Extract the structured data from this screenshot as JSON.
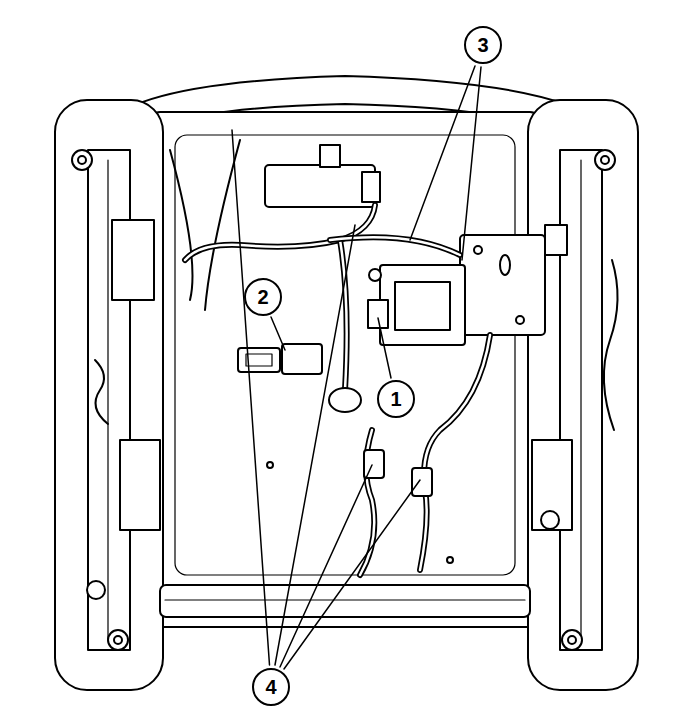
{
  "diagram": {
    "labels": [
      "3",
      "2",
      "1",
      "4"
    ]
  }
}
